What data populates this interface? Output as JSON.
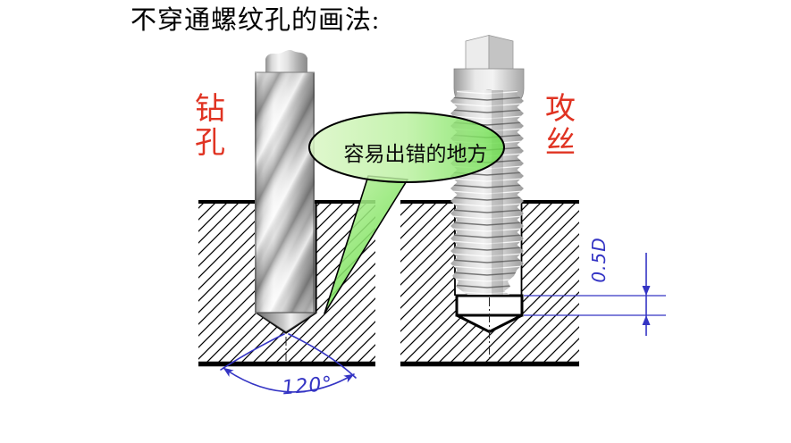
{
  "title": "不穿通螺纹孔的画法:",
  "figures": {
    "drilling": {
      "label": "钻孔",
      "tool": "twist-drill"
    },
    "tapping": {
      "label": "攻丝",
      "tool": "tap"
    }
  },
  "callout": {
    "text": "容易出错的地方"
  },
  "dimensions": {
    "tip_angle": "120°",
    "extra_depth": "0.5D"
  },
  "colors": {
    "label-red": "#e03322",
    "annotation-blue": "#3434c4",
    "callout-green-light": "#d9f6c3",
    "callout-green-dark": "#6adf4a",
    "metal-light": "#f2f2f2",
    "metal-dark": "#8f8f8f",
    "outline-black": "#000000",
    "hatch-line": "#000000"
  }
}
